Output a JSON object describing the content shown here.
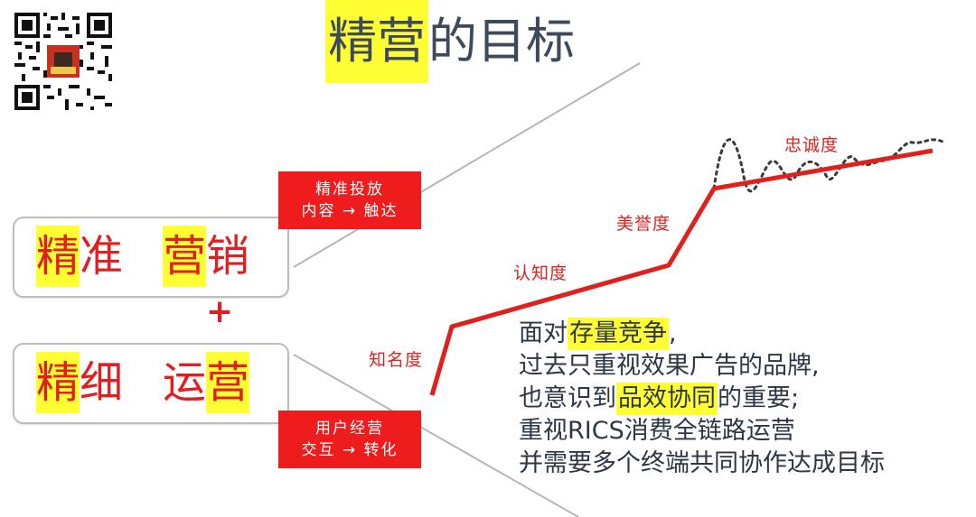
{
  "title": {
    "hl": "精营",
    "rest": "的目标"
  },
  "box1": {
    "c1": "精",
    "c2": "准",
    "c3": "营",
    "c4": "销"
  },
  "plus": "+",
  "box2": {
    "c1": "精",
    "c2": "细",
    "c3": "运",
    "c4": "营"
  },
  "redbox1": {
    "line1": "精准投放",
    "line2": "内容 → 触达"
  },
  "redbox2": {
    "line1": "用户经营",
    "line2": "交互 → 转化"
  },
  "stages": [
    "知名度",
    "认知度",
    "美誉度",
    "忠诚度"
  ],
  "paragraph": {
    "l1a": "面对",
    "l1hl": "存量竞争",
    "l1b": ",",
    "l2": "过去只重视效果广告的品牌,",
    "l3a": "也意识到",
    "l3hl": "品效协同",
    "l3b": "的重要;",
    "l4": "重视RICS消费全链路运营",
    "l5": "并需要多个终端共同协作达成目标"
  },
  "colors": {
    "accent": "#e02020",
    "highlight": "#ffff33",
    "redbox": "#ee1c1c",
    "text": "#2c3646"
  }
}
